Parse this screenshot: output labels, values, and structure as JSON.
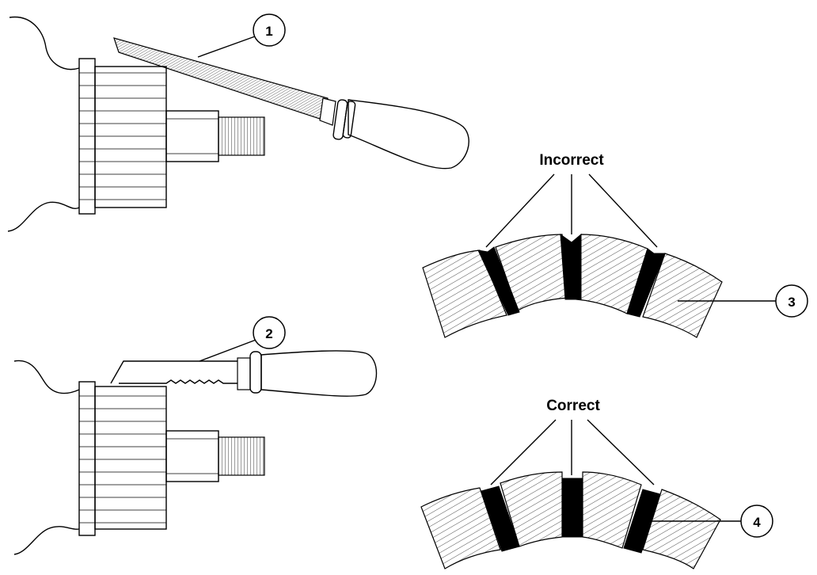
{
  "labels": {
    "incorrect": "Incorrect",
    "correct": "Correct"
  },
  "callouts": {
    "c1": "1",
    "c2": "2",
    "c3": "3",
    "c4": "4"
  }
}
